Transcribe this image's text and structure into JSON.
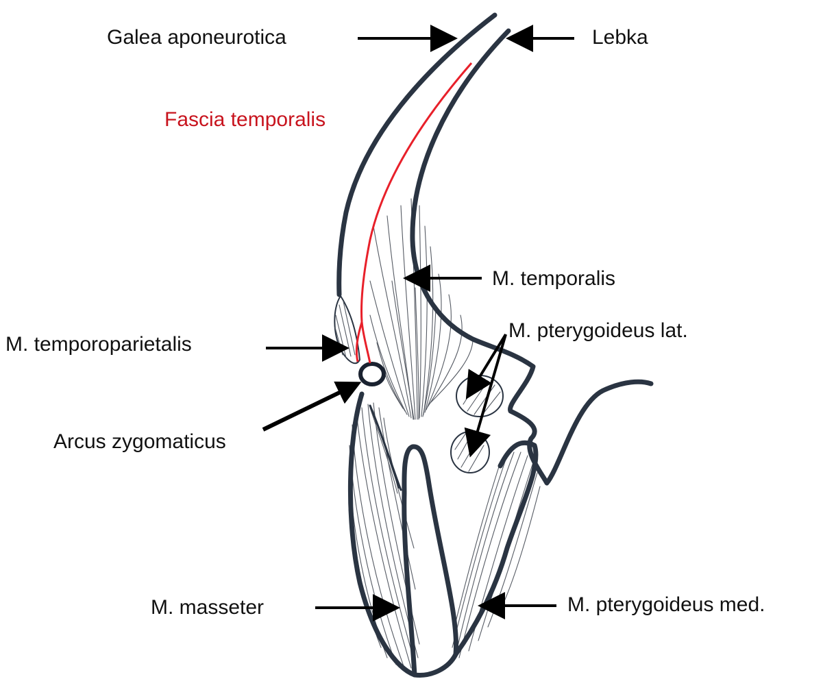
{
  "labels": {
    "galea": "Galea aponeurotica",
    "lebka": "Lebka",
    "fascia": "Fascia temporalis",
    "temporalis": "M. temporalis",
    "pterygoid_lat": "M. pterygoideus lat.",
    "temporoparietalis": "M. temporoparietalis",
    "arcus": "Arcus zygomaticus",
    "pterygoid_med": "M. pterygoideus med.",
    "masseter": "M. masseter"
  },
  "colors": {
    "outline": "#2a3442",
    "fascia": "#e8202a",
    "fascia_label": "#c8141e",
    "text": "#111111"
  }
}
